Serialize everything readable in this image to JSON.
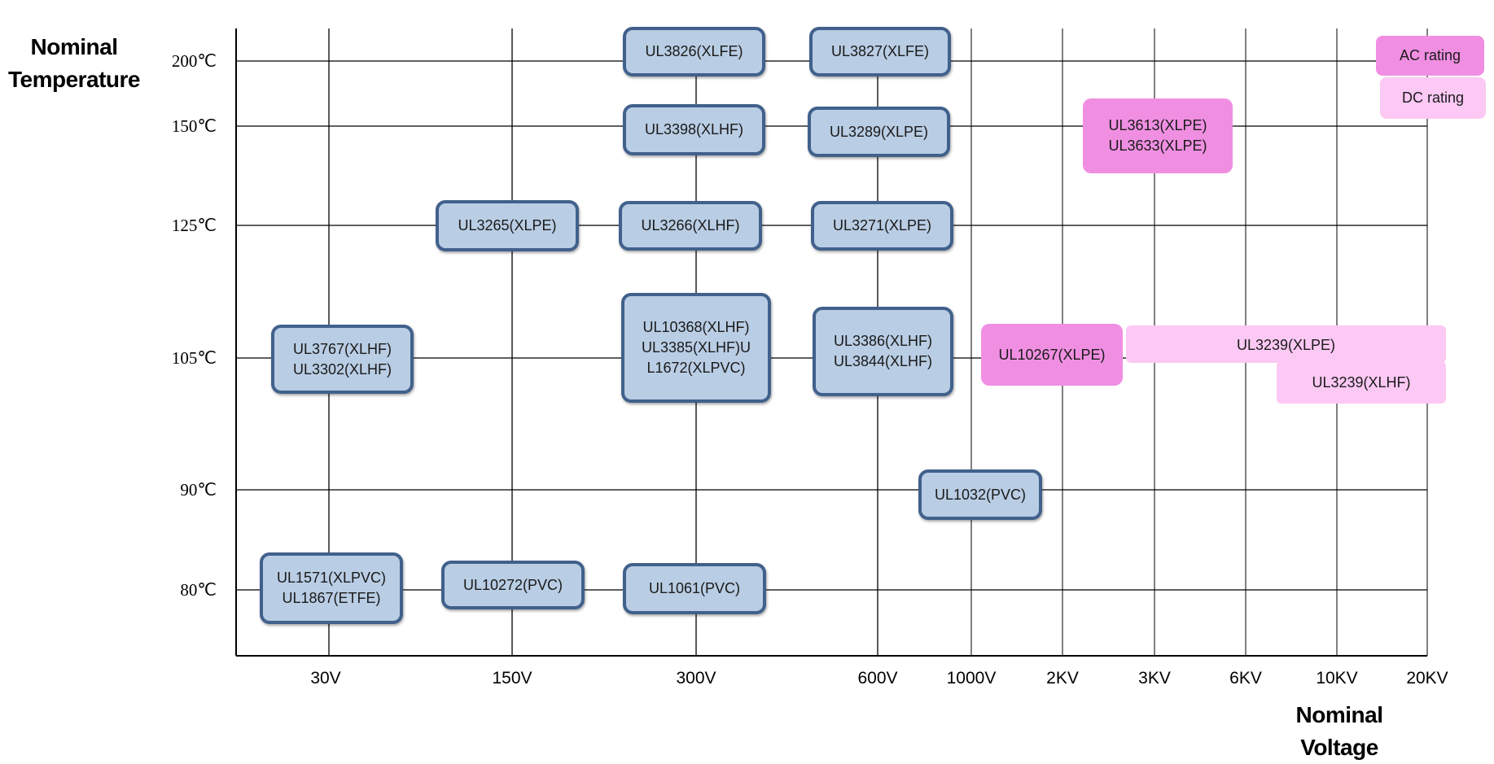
{
  "axes": {
    "y_title_line1": "Nominal",
    "y_title_line2": "Temperature",
    "x_title_line1": "Nominal",
    "x_title_line2": "Voltage",
    "y_ticks": [
      "200℃",
      "150℃",
      "125℃",
      "105℃",
      "90℃",
      "80℃"
    ],
    "x_ticks": [
      "30V",
      "150V",
      "300V",
      "600V",
      "1000V",
      "2KV",
      "3KV",
      "6KV",
      "10KV",
      "20KV"
    ]
  },
  "legend": {
    "ac_label": "AC rating",
    "dc_label": "DC rating"
  },
  "colors": {
    "cable_fill": "#b9cde4",
    "cable_border": "#41618c",
    "ac_fill": "#f08fe2",
    "dc_fill": "#fcc8f4"
  },
  "cables": [
    {
      "id": "ul3826",
      "label": "UL3826(XLFE)",
      "temp": "200℃",
      "voltage": "300V",
      "kind": "cable"
    },
    {
      "id": "ul3827",
      "label": "UL3827(XLFE)",
      "temp": "200℃",
      "voltage": "600V",
      "kind": "cable"
    },
    {
      "id": "ul3398",
      "label": "UL3398(XLHF)",
      "temp": "150℃",
      "voltage": "300V",
      "kind": "cable"
    },
    {
      "id": "ul3289",
      "label": "UL3289(XLPE)",
      "temp": "150℃",
      "voltage": "600V",
      "kind": "cable"
    },
    {
      "id": "ul3613",
      "label": "UL3613(XLPE)\nUL3633(XLPE)",
      "temp": "150℃",
      "voltage": "3KV",
      "kind": "ac"
    },
    {
      "id": "ul3265",
      "label": "UL3265(XLPE)",
      "temp": "125℃",
      "voltage": "150V",
      "kind": "cable"
    },
    {
      "id": "ul3266",
      "label": "UL3266(XLHF)",
      "temp": "125℃",
      "voltage": "300V",
      "kind": "cable"
    },
    {
      "id": "ul3271",
      "label": "UL3271(XLPE)",
      "temp": "125℃",
      "voltage": "600V",
      "kind": "cable"
    },
    {
      "id": "ul3767",
      "label": "UL3767(XLHF)\nUL3302(XLHF)",
      "temp": "105℃",
      "voltage": "30V",
      "kind": "cable"
    },
    {
      "id": "ul10368",
      "label": "UL10368(XLHF)\nUL3385(XLHF)U\nL1672(XLPVC)",
      "temp": "105℃",
      "voltage": "300V",
      "kind": "cable"
    },
    {
      "id": "ul3386",
      "label": "UL3386(XLHF)\nUL3844(XLHF)",
      "temp": "105℃",
      "voltage": "600V",
      "kind": "cable"
    },
    {
      "id": "ul10267",
      "label": "UL10267(XLPE)",
      "temp": "105℃",
      "voltage": "1000V-2KV",
      "kind": "ac"
    },
    {
      "id": "ul3239-xlpe",
      "label": "UL3239(XLPE)",
      "temp": "105℃",
      "voltage": "3KV-20KV",
      "kind": "dc"
    },
    {
      "id": "ul3239-xlhf",
      "label": "UL3239(XLHF)",
      "temp": "105℃",
      "voltage": "10KV-20KV",
      "kind": "dc"
    },
    {
      "id": "ul1032",
      "label": "UL1032(PVC)",
      "temp": "90℃",
      "voltage": "1000V",
      "kind": "cable"
    },
    {
      "id": "ul1571",
      "label": "UL1571(XLPVC)\nUL1867(ETFE)",
      "temp": "80℃",
      "voltage": "30V",
      "kind": "cable"
    },
    {
      "id": "ul10272",
      "label": "UL10272(PVC)",
      "temp": "80℃",
      "voltage": "150V",
      "kind": "cable"
    },
    {
      "id": "ul1061",
      "label": "UL1061(PVC)",
      "temp": "80℃",
      "voltage": "300V",
      "kind": "cable"
    }
  ]
}
